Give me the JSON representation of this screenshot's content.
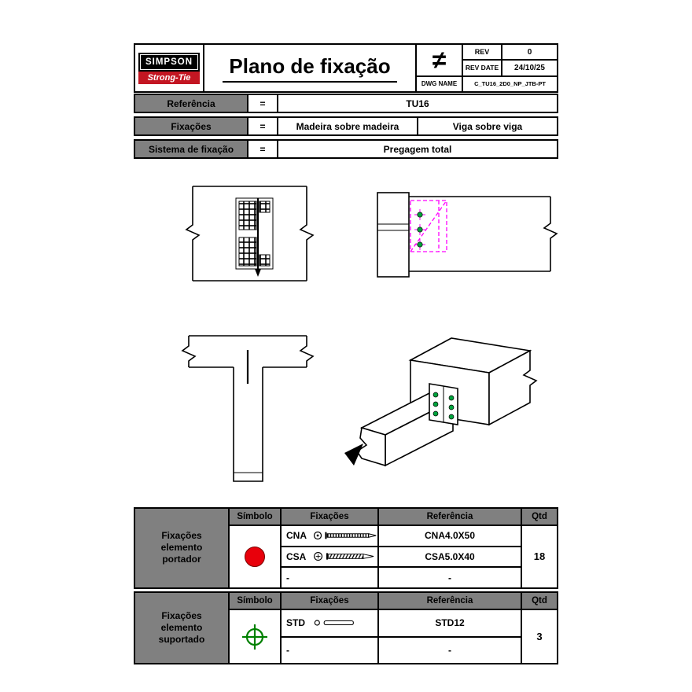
{
  "header": {
    "logo_top": "SIMPSON",
    "logo_bottom": "Strong-Tie",
    "title": "Plano de fixação",
    "symbol": "≠",
    "rev_label": "REV",
    "rev_value": "0",
    "rev_date_label": "REV DATE",
    "rev_date_value": "24/10/25",
    "dwg_label": "DWG NAME",
    "dwg_value": "C_TU16_2D0_NP_JTB-PT"
  },
  "info": {
    "rows": [
      {
        "label": "Referência",
        "eq": "=",
        "v0": "TU16"
      },
      {
        "label": "Fixações",
        "eq": "=",
        "v0": "Madeira sobre madeira",
        "v1": "Viga sobre viga"
      },
      {
        "label": "Sistema de fixação",
        "eq": "=",
        "v0": "Pregagem total"
      }
    ]
  },
  "carrier": {
    "row_label": "Fixações elemento portador",
    "headers": {
      "symbol": "Símbolo",
      "fixings": "Fixações",
      "reference": "Referência",
      "qty": "Qtd"
    },
    "rows": [
      {
        "code": "CNA",
        "ref": "CNA4.0X50"
      },
      {
        "code": "CSA",
        "ref": "CSA5.0X40"
      },
      {
        "code": "-",
        "ref": "-"
      }
    ],
    "qty": "18",
    "symbol": "red-circle"
  },
  "supported": {
    "row_label": "Fixações elemento suportado",
    "headers": {
      "symbol": "Símbolo",
      "fixings": "Fixações",
      "reference": "Referência",
      "qty": "Qtd"
    },
    "rows": [
      {
        "code": "STD",
        "ref": "STD12"
      },
      {
        "code": "-",
        "ref": "-"
      }
    ],
    "qty": "3",
    "symbol": "green-crosshair"
  },
  "colors": {
    "logo_black": "#000000",
    "logo_red": "#c31622",
    "cell_grey": "#808080",
    "carrier_symbol_red": "#e8000b",
    "supported_symbol_green": "#008000",
    "drawing_magenta": "#ff00ff",
    "drawing_green": "#00a33c",
    "hatch_red": "#e8000b"
  }
}
